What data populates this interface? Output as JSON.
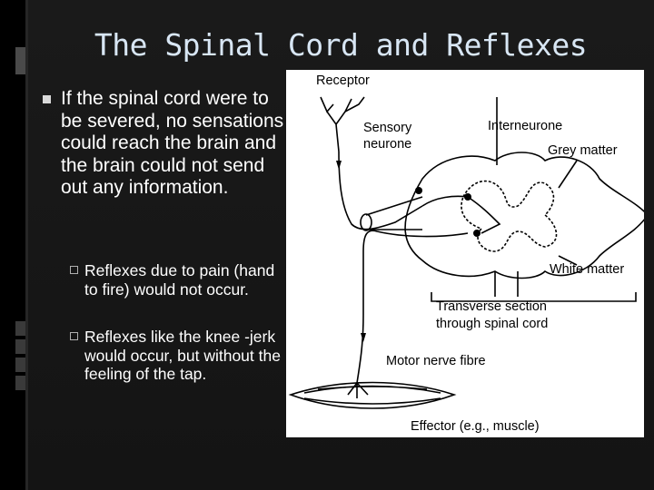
{
  "slide": {
    "title": "The Spinal Cord and Reflexes",
    "bullet": "If the spinal cord were to be severed, no sensations could reach the brain and the brain could not send out any information.",
    "sub_bullets": [
      "Reflexes due to pain (hand to fire) would not occur.",
      "Reflexes like the knee -jerk would occur, but without the feeling of the tap."
    ]
  },
  "diagram": {
    "labels": {
      "receptor": "Receptor",
      "sensory_1": "Sensory",
      "sensory_2": "neurone",
      "interneurone": "Interneurone",
      "grey_matter": "Grey matter",
      "white_matter": "White matter",
      "transverse_1": "Transverse section",
      "transverse_2": "through spinal cord",
      "motor": "Motor nerve fibre",
      "effector": "Effector (e.g., muscle)"
    }
  }
}
